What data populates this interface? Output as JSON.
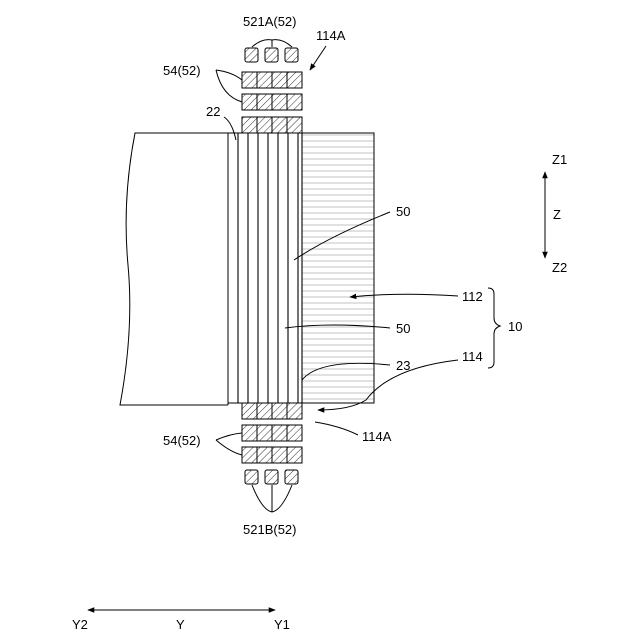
{
  "labels": {
    "tab_a": "521A(52)",
    "end_a": "114A",
    "insulation_top": "54(52)",
    "ref_22": "22",
    "ref_50_upper": "50",
    "ref_50_lower": "50",
    "ref_112": "112",
    "ref_10": "10",
    "ref_23": "23",
    "ref_114": "114",
    "end_b": "114A",
    "insulation_bottom": "54(52)",
    "tab_b": "521B(52)"
  },
  "axes": {
    "z1": "Z1",
    "z": "Z",
    "z2": "Z2",
    "y2": "Y2",
    "y": "Y",
    "y1": "Y1"
  }
}
